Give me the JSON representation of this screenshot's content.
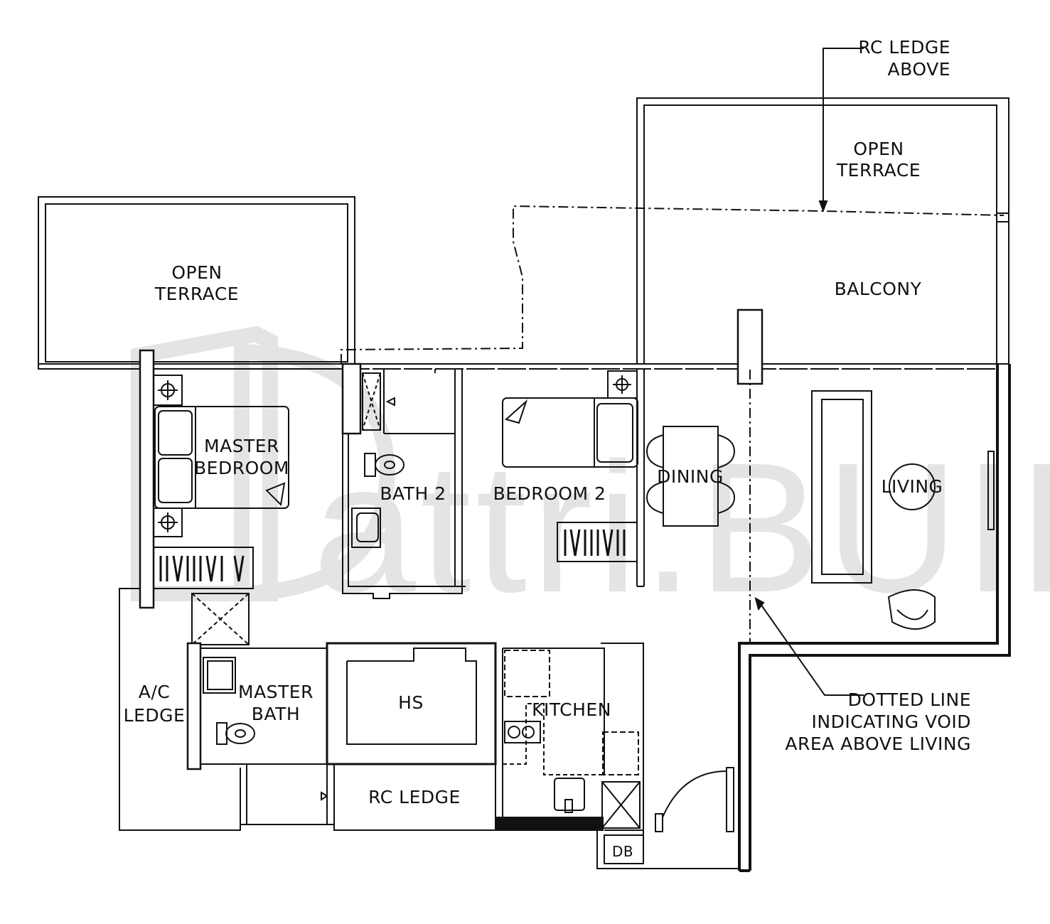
{
  "labels": {
    "open_terrace_left": [
      "OPEN",
      "TERRACE"
    ],
    "open_terrace_right": [
      "OPEN",
      "TERRACE"
    ],
    "rc_ledge_above": [
      "RC  LEDGE",
      "ABOVE"
    ],
    "balcony": "BALCONY",
    "master_bedroom": [
      "MASTER",
      "BEDROOM"
    ],
    "bath_2": "BATH  2",
    "bedroom_2": "BEDROOM  2",
    "dining": "DINING",
    "living": "LIVING",
    "ac_ledge": [
      "A/C",
      "LEDGE"
    ],
    "master_bath": [
      "MASTER",
      "BATH"
    ],
    "hs": "HS",
    "kitchen": "KITCHEN",
    "rc_ledge": "RC  LEDGE",
    "db": "DB",
    "void_note": [
      "DOTTED  LINE",
      "INDICATING  VOID",
      "AREA  ABOVE  LIVING"
    ]
  },
  "watermark": "attri.BUILD",
  "colors": {
    "line": "#111111",
    "watermark": "#e4e4e4",
    "background": "#ffffff"
  }
}
